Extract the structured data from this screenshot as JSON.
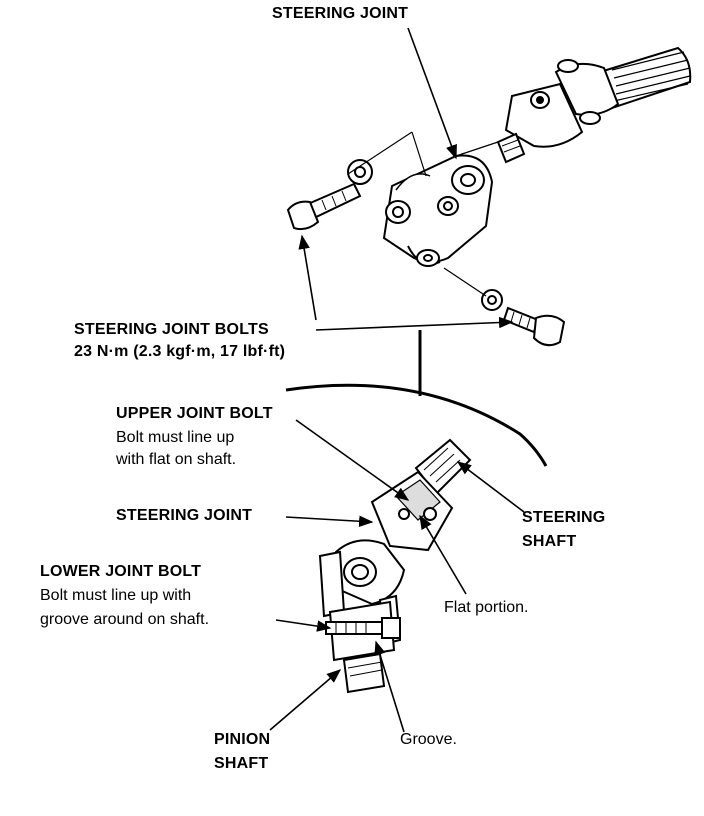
{
  "labels": {
    "steering_joint_top": "STEERING JOINT",
    "steering_joint_bolts": "STEERING JOINT BOLTS",
    "torque_spec": "23 N·m (2.3 kgf·m, 17 lbf·ft)",
    "upper_joint_bolt": "UPPER JOINT BOLT",
    "upper_note_line1": "Bolt must line up",
    "upper_note_line2": "with flat on shaft.",
    "steering_joint_mid": "STEERING JOINT",
    "steering_shaft_line1": "STEERING",
    "steering_shaft_line2": "SHAFT",
    "lower_joint_bolt": "LOWER JOINT BOLT",
    "lower_note_line1": "Bolt must line up with",
    "lower_note_line2": "groove around on shaft.",
    "flat_portion": "Flat portion.",
    "pinion_line1": "PINION",
    "pinion_line2": "SHAFT",
    "groove": "Groove."
  },
  "colors": {
    "ink": "#000000",
    "paper": "#ffffff"
  }
}
